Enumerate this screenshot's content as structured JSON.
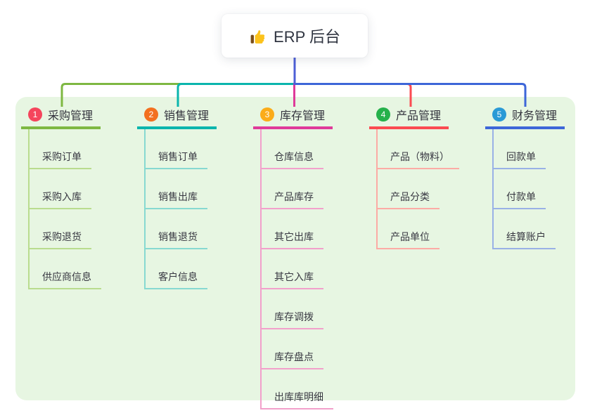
{
  "root": {
    "title": "ERP 后台",
    "icon": "thumbs-up"
  },
  "colors": {
    "canvas_bg": "#ffffff",
    "panel_bg": "#e7f6e2",
    "stem_color": "#4d5fd6",
    "root_text": "#2f3440",
    "thumb_yellow": "#fcc21b",
    "thumb_cuff": "#7a4e1a"
  },
  "branches": [
    {
      "index": "1",
      "label": "采购管理",
      "badge_color": "#f5455c",
      "line_color": "#7eb842",
      "child_line_color": "#b9dc8e",
      "children": [
        "采购订单",
        "采购入库",
        "采购退货",
        "供应商信息"
      ]
    },
    {
      "index": "2",
      "label": "销售管理",
      "badge_color": "#f3701f",
      "line_color": "#0ab5ad",
      "child_line_color": "#87d9d1",
      "children": [
        "销售订单",
        "销售出库",
        "销售退货",
        "客户信息"
      ]
    },
    {
      "index": "3",
      "label": "库存管理",
      "badge_color": "#fbac19",
      "line_color": "#df3a9a",
      "child_line_color": "#f2a0cb",
      "children": [
        "仓库信息",
        "产品库存",
        "其它出库",
        "其它入库",
        "库存调拨",
        "库存盘点",
        "出库库明细"
      ]
    },
    {
      "index": "4",
      "label": "产品管理",
      "badge_color": "#25b14b",
      "line_color": "#fb4b51",
      "child_line_color": "#fcaba5",
      "children": [
        "产品（物料）",
        "产品分类",
        "产品单位"
      ]
    },
    {
      "index": "5",
      "label": "财务管理",
      "badge_color": "#2a9ad6",
      "line_color": "#3d66d8",
      "child_line_color": "#99b1e6",
      "children": [
        "回款单",
        "付款单",
        "结算账户"
      ]
    }
  ]
}
